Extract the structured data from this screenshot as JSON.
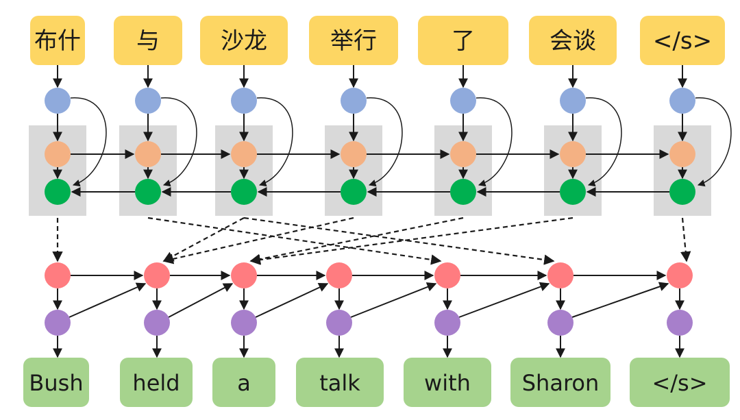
{
  "source_tokens": [
    "布什",
    "与",
    "沙龙",
    "举行",
    "了",
    "会谈",
    "</s>"
  ],
  "target_tokens": [
    "Bush",
    "held",
    "a",
    "talk",
    "with",
    "Sharon",
    "</s>"
  ],
  "attention_links": [
    [
      0,
      0
    ],
    [
      2,
      1
    ],
    [
      3,
      1
    ],
    [
      4,
      2
    ],
    [
      5,
      2
    ],
    [
      1,
      4
    ],
    [
      2,
      5
    ],
    [
      6,
      6
    ]
  ],
  "colors": {
    "source_box": "#FDD663",
    "target_box": "#A6D38D",
    "embedding_node": "#8FAADC",
    "forward_node": "#F4B183",
    "backward_node": "#00B050",
    "decoder_state_node": "#FF7C80",
    "decoder_output_node": "#A77FCB",
    "encoder_block": "#D9D9D9",
    "arrow": "#1a1a1a"
  }
}
